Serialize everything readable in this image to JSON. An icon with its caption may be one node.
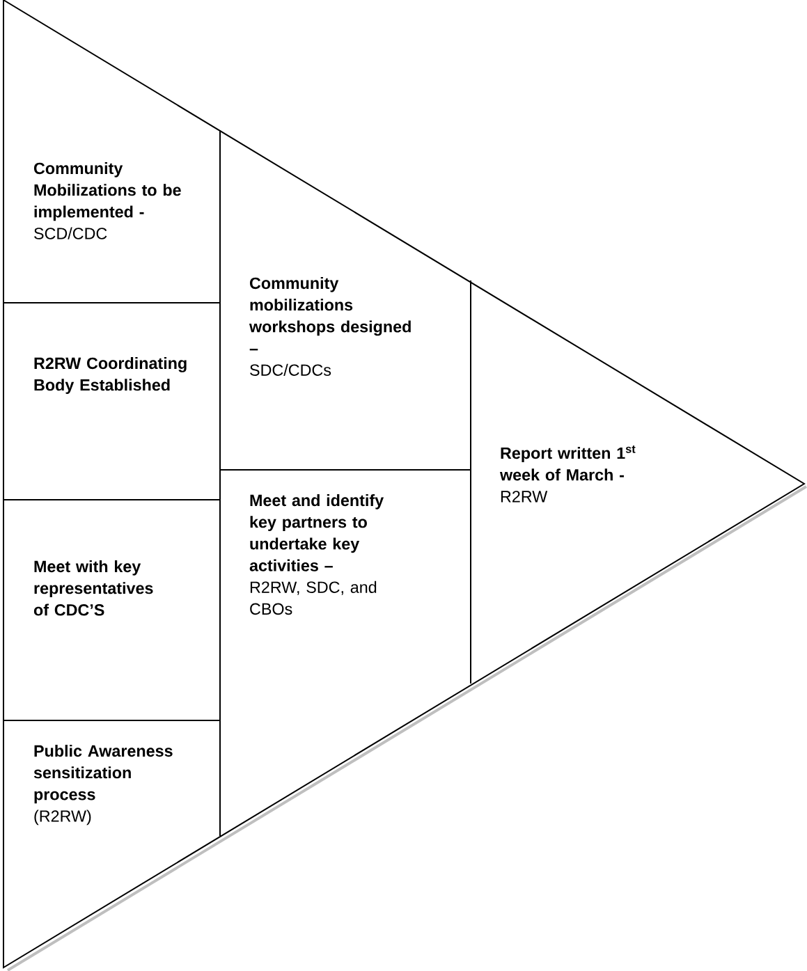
{
  "diagram": {
    "nodes": [
      {
        "text": [],
        "shape": "triangle"
      },
      {
        "text": [
          "Community Mobilizations to be implemented -",
          "SCD/CDC"
        ],
        "in": 0
      },
      {
        "text": [
          "R2RW Coordinating Body Established"
        ],
        "in": 0
      },
      {
        "text": [
          "Meet with key representatives of CDC’S"
        ],
        "in": 0
      },
      {
        "text": [
          "Public Awareness sensitization process",
          "(R2RW)"
        ],
        "in": 0
      },
      {
        "text": [
          "Community mobilizations workshops designed –",
          "SDC/CDCs"
        ],
        "in": 0
      },
      {
        "text": [
          "Meet and identify key partners to undertake key activities –",
          "R2RW, SDC, and CBOs"
        ],
        "in": 0
      },
      {
        "text": [
          "Report written 1$^{st}$ week of March -",
          "R2RW"
        ],
        "in": 0
      }
    ]
  }
}
